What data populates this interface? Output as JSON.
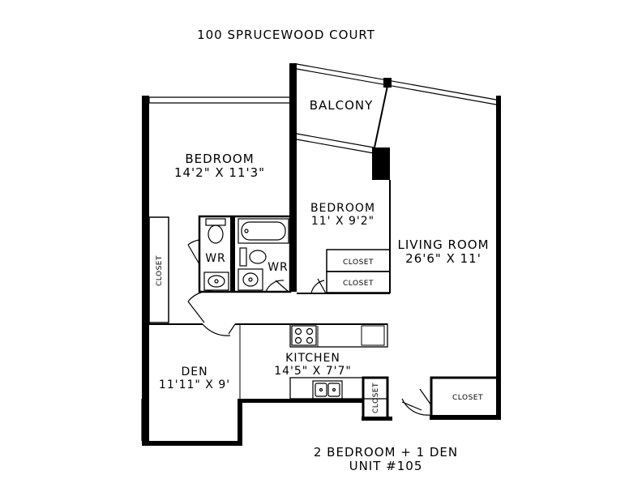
{
  "title": "100 SPRUCEWOOD COURT",
  "footer": {
    "line1": "2 BEDROOM + 1 DEN",
    "line2": "UNIT #105"
  },
  "rooms": {
    "balcony": {
      "name": "BALCONY"
    },
    "bedroom1": {
      "name": "BEDROOM",
      "size": "14'2\"  X  11'3\""
    },
    "bedroom2": {
      "name": "BEDROOM",
      "size": "11'  X  9'2\""
    },
    "living": {
      "name": "LIVING ROOM",
      "size": "26'6\"  X  11'"
    },
    "kitchen": {
      "name": "KITCHEN",
      "size": "14'5\"  X  7'7\""
    },
    "den": {
      "name": "DEN",
      "size": "11'11\"  X  9'"
    },
    "wr1": {
      "name": "WR"
    },
    "wr2": {
      "name": "WR"
    },
    "closet_left": {
      "name": "CLOSET"
    },
    "closet_upper": {
      "name": "CLOSET"
    },
    "closet_lower": {
      "name": "CLOSET"
    },
    "closet_kitchen": {
      "name": "CLOSET"
    },
    "closet_entry": {
      "name": "CLOSET"
    }
  }
}
